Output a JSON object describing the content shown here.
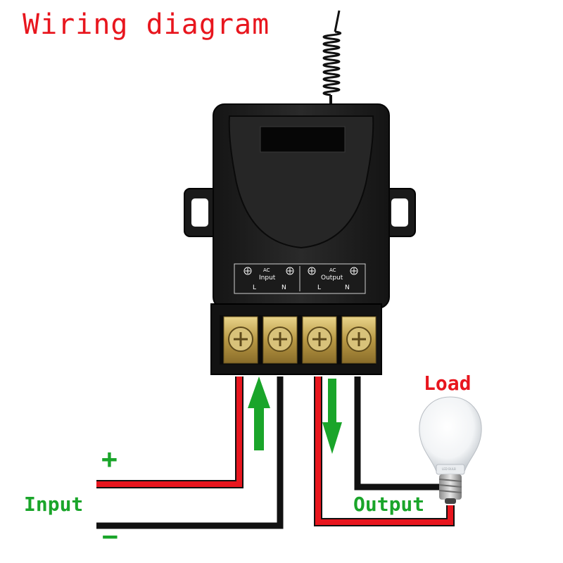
{
  "title": "Wiring diagram",
  "load_label": "Load",
  "input_label": "Input",
  "output_label": "Output",
  "plus_label": "+",
  "minus_label": "−",
  "device": {
    "ac_input_top": "AC",
    "ac_input_bottom": "Input",
    "ac_output_top": "AC",
    "ac_output_bottom": "Output",
    "terminal_l1": "L",
    "terminal_n1": "N",
    "terminal_l2": "L",
    "terminal_n2": "N"
  },
  "colors": {
    "title": "#e8161e",
    "labels": "#1aa52a",
    "wire_live": "#e8161e",
    "wire_neutral": "#111111",
    "arrow": "#1aa52a",
    "body": "#1c1c1c"
  }
}
